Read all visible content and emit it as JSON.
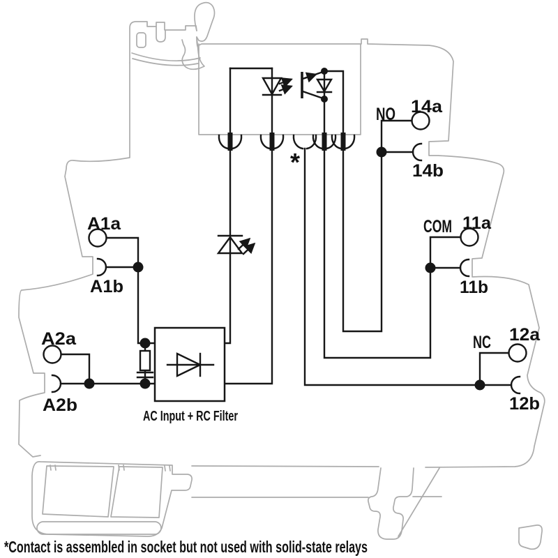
{
  "diagram": {
    "terminals": {
      "left": [
        {
          "name": "A1",
          "pin_a": "A1a",
          "pin_b": "A1b"
        },
        {
          "name": "A2",
          "pin_a": "A2a",
          "pin_b": "A2b"
        }
      ],
      "right": [
        {
          "name": "NO",
          "pin_a": "14a",
          "pin_b": "14b"
        },
        {
          "name": "COM",
          "pin_a": "11a",
          "pin_b": "11b"
        },
        {
          "name": "NC",
          "pin_a": "12a",
          "pin_b": "12b"
        }
      ]
    },
    "block_label": "AC Input + RC Filter",
    "asterisk_marker": "*",
    "footnote": "*Contact is assembled in socket but not used with solid-state relays",
    "components": [
      "optocoupler-led",
      "phototransistor",
      "protection-diode",
      "indicator-led",
      "snubber-resistor",
      "snubber-capacitor",
      "input-diode",
      "socket-contact-unused"
    ],
    "colors": {
      "circuit": "#161616",
      "housing_outline": "#acacac",
      "background": "#ffffff"
    }
  }
}
